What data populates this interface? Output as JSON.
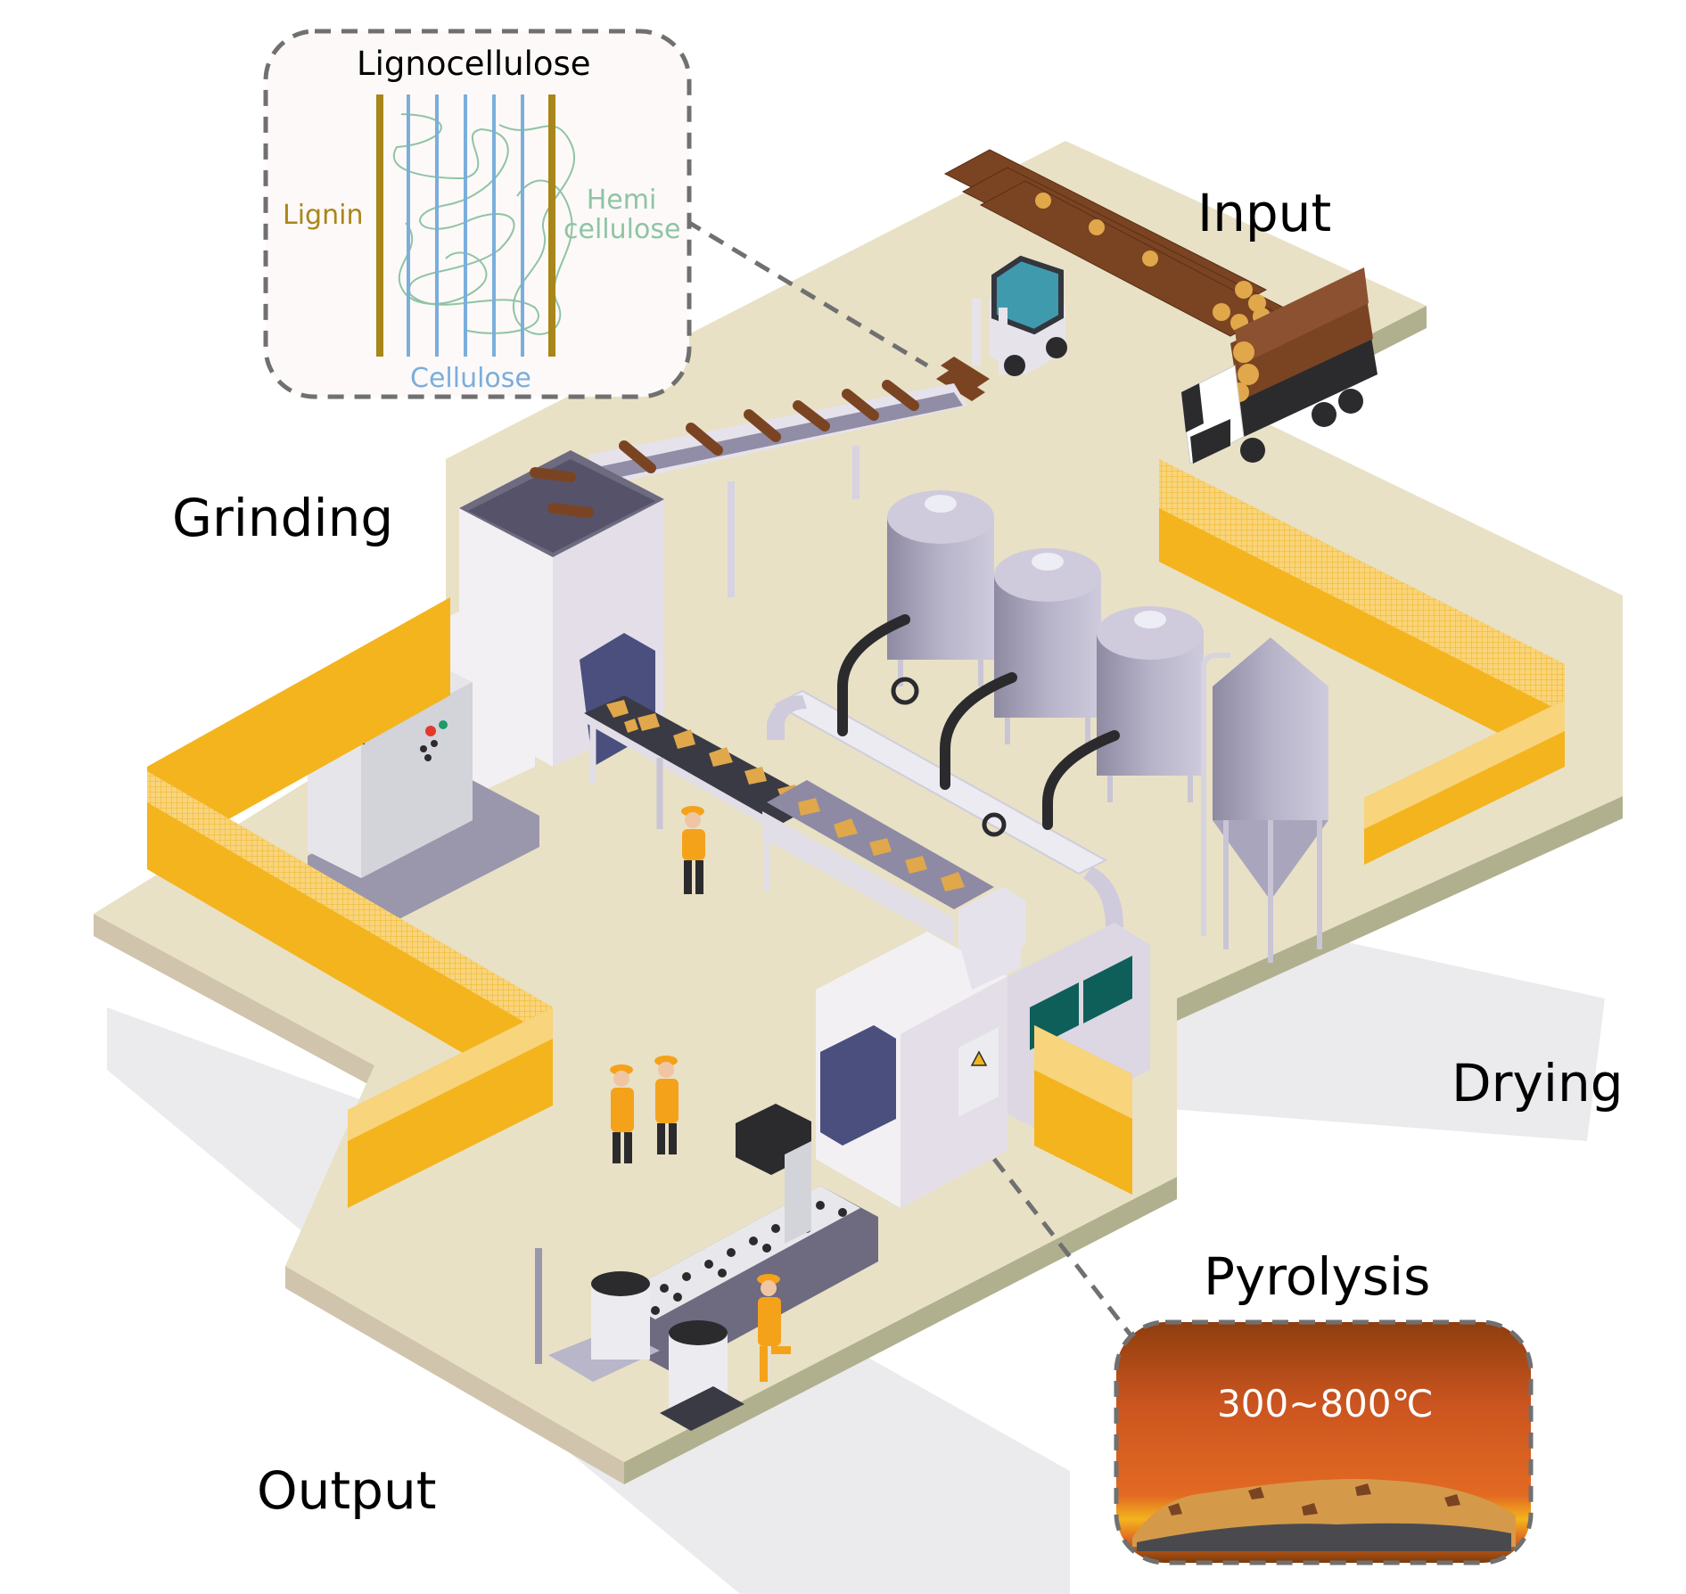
{
  "stages": {
    "input": "Input",
    "grinding": "Grinding",
    "drying": "Drying",
    "pyrolysis": "Pyrolysis",
    "output": "Output"
  },
  "lignocellulose_inset": {
    "title": "Lignocellulose",
    "lignin_label": "Lignin",
    "hemicellulose_label_line1": "Hemi",
    "hemicellulose_label_line2": "cellulose",
    "cellulose_label": "Cellulose",
    "colors": {
      "lignin": "#A8861A",
      "cellulose": "#7AAEDC",
      "hemicellulose": "#8FC4A4"
    }
  },
  "pyrolysis_inset": {
    "temperature_range": "300~800℃",
    "colors": {
      "top": "#8E3E0E",
      "mid": "#D0561E",
      "glow": "#F4B41E"
    }
  },
  "colors": {
    "floor": "#E8E1C6",
    "floor_edge_left": "#D1C4AD",
    "floor_edge_right": "#B0B08E",
    "fence": "#F3B41E",
    "machine": "#F0EDF3",
    "tank": "#B9B6CA",
    "conveyor": "#8F8BA3",
    "wood": "#E0A84A",
    "log": "#7A4423",
    "char": "#2B2B2E",
    "worker": "#F5A21B",
    "dash": "#707070"
  },
  "icons": [
    "log-pile",
    "forklift",
    "log-truck",
    "hopper-grinder",
    "control-cabinet",
    "belt-conveyor",
    "screw-conveyor",
    "storage-tank",
    "conical-silo",
    "pipe-valve",
    "pyrolysis-reactor",
    "char-conveyor",
    "char-bin-cart",
    "worker",
    "safety-fence",
    "warning-sign"
  ]
}
